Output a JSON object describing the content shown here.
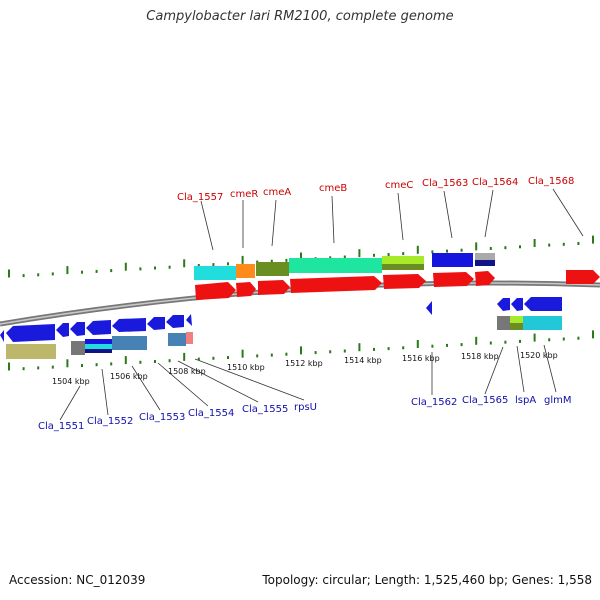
{
  "title": "Campylobacter lari RM2100, complete genome",
  "footer": {
    "accession": "Accession: NC_012039",
    "summary": "Topology: circular; Length: 1,525,460 bp; Genes: 1,558"
  },
  "colors": {
    "label_top": "#cc0000",
    "label_bottom": "#1010aa",
    "tick": "#2a7a1a",
    "backbone": "#7a7a7a",
    "cds_forward": "#ee1111",
    "cds_reverse": "#1a1add"
  },
  "scale_labels": [
    "1504 kbp",
    "1506 kbp",
    "1508 kbp",
    "1510 kbp",
    "1512 kbp",
    "1514 kbp",
    "1516 kbp",
    "1518 kbp",
    "1520 kbp"
  ],
  "top_labels": [
    "Cla_1557",
    "cmeR",
    "cmeA",
    "cmeB",
    "cmeC",
    "Cla_1563",
    "Cla_1564",
    "Cla_1568"
  ],
  "bottom_labels": [
    "Cla_1551",
    "Cla_1552",
    "Cla_1553",
    "Cla_1554",
    "Cla_1555",
    "rpsU",
    "Cla_1562",
    "Cla_1565",
    "lspA",
    "glmM"
  ]
}
